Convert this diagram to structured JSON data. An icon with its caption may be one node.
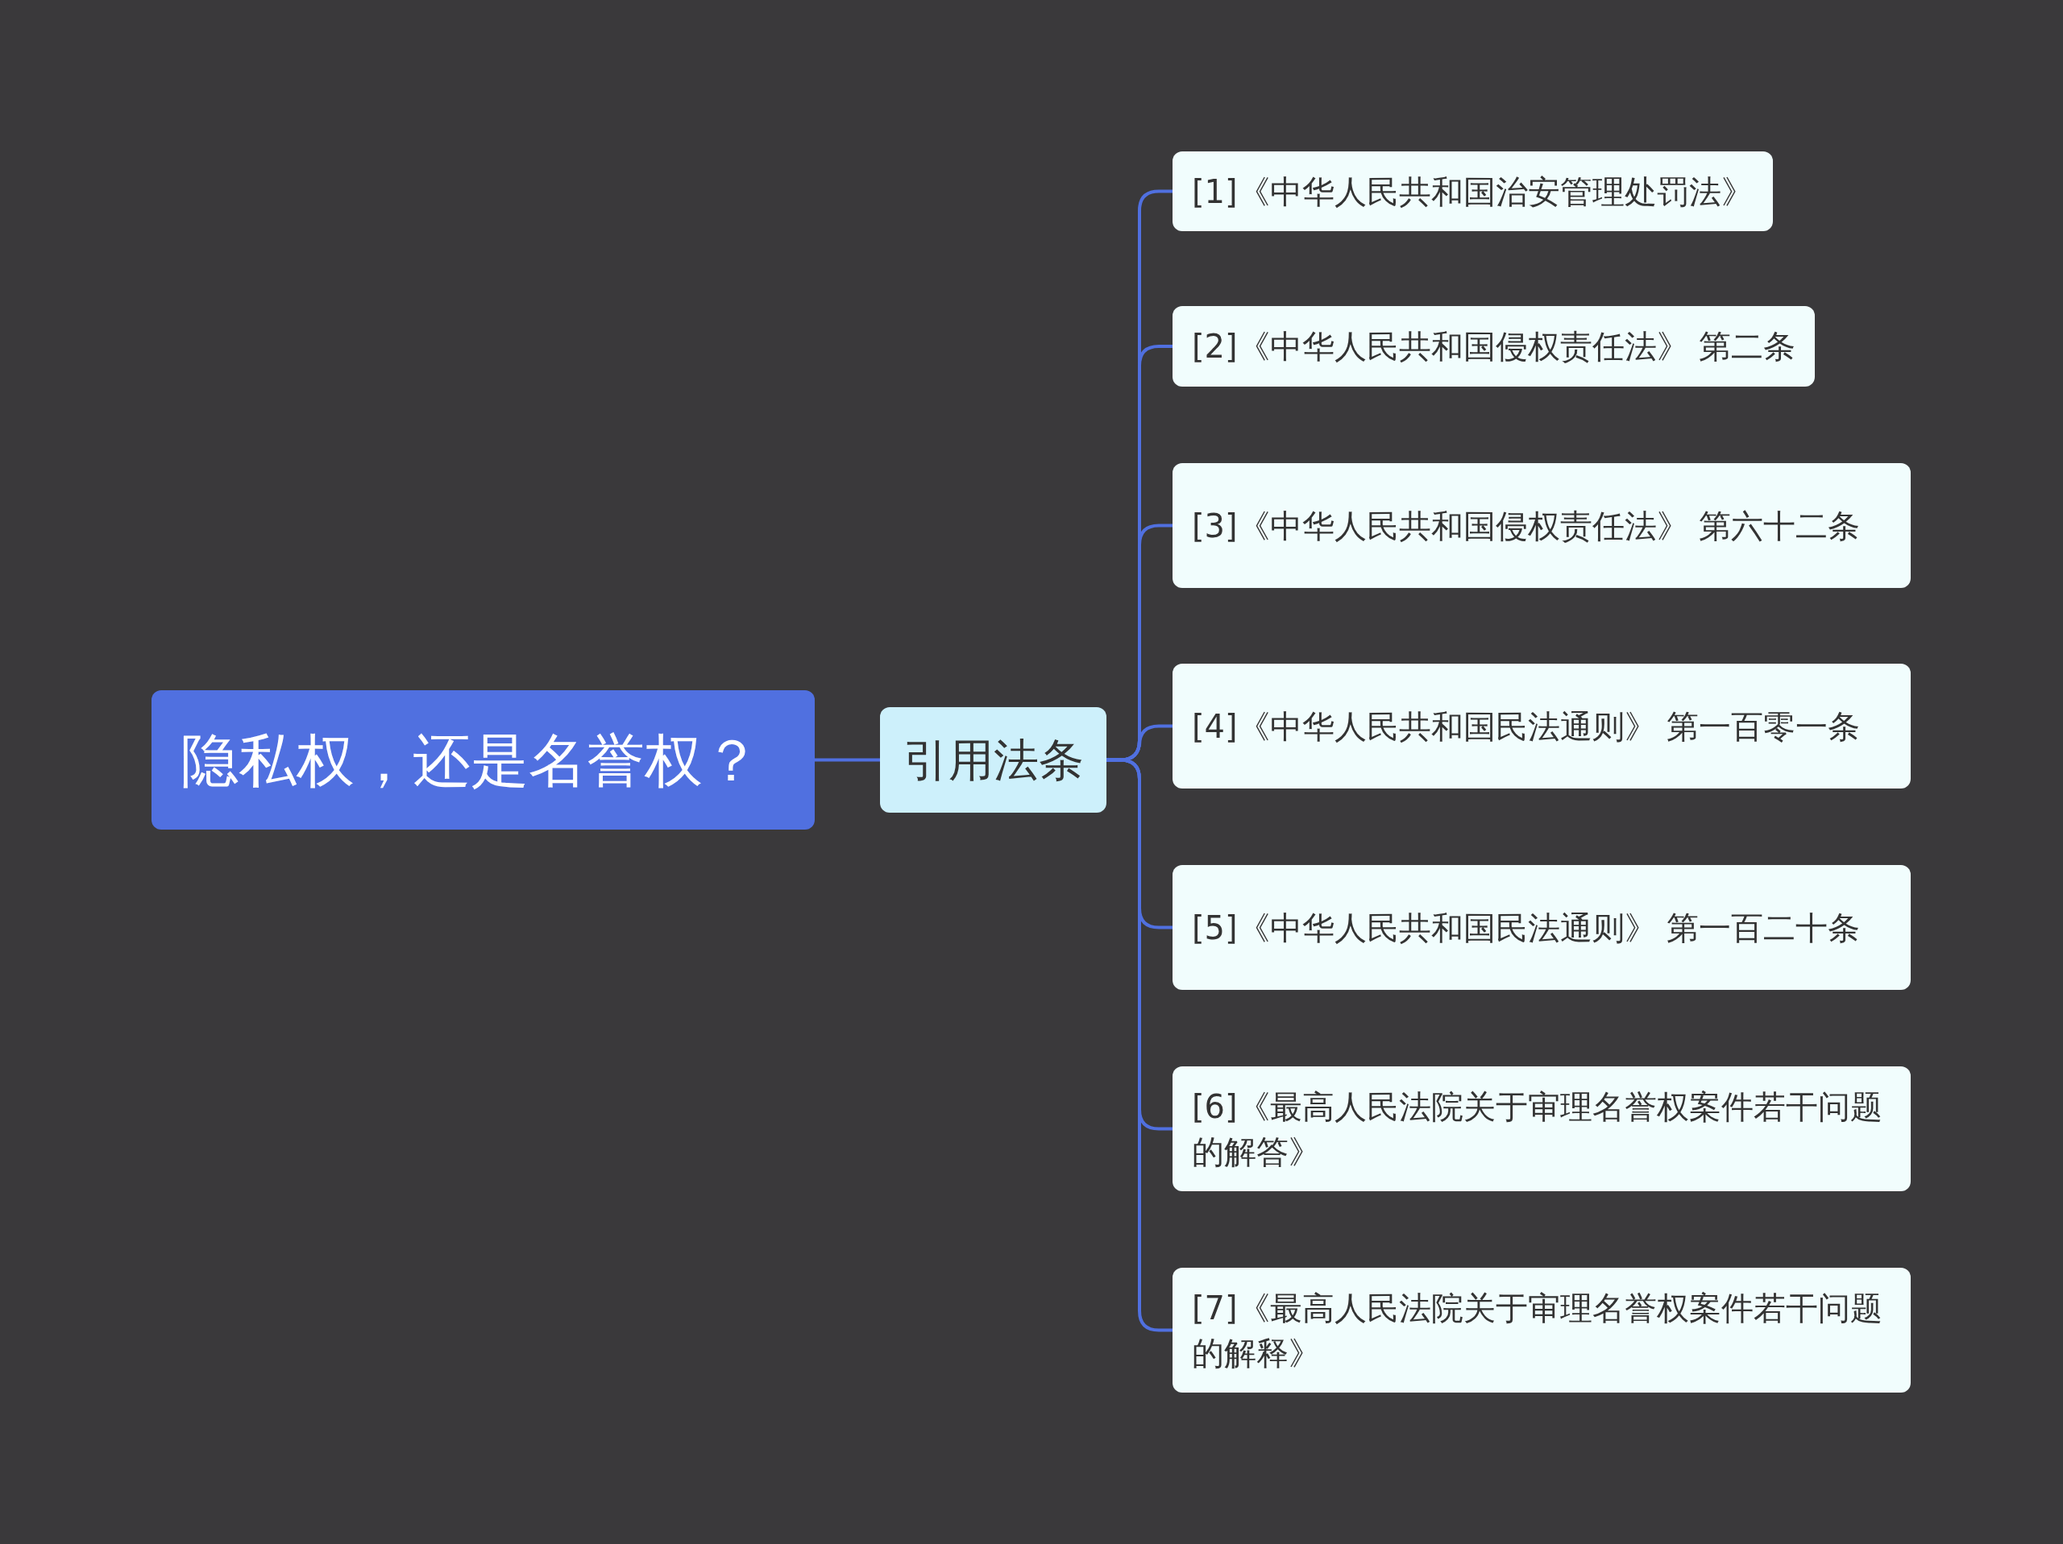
{
  "diagram": {
    "nodes": [
      {
        "text": [
          "隐私权，还是名誉权？"
        ]
      },
      {
        "text": [
          "引用法条"
        ]
      },
      {
        "text": [
          "[1]《中华人民共和国治安管理处罚法》"
        ]
      },
      {
        "text": [
          "[2]《中华人民共和国侵权责任法》 第二条"
        ]
      },
      {
        "text": [
          "[3]《中华人民共和国侵权责任法》 第六十二条"
        ]
      },
      {
        "text": [
          "[4]《中华人民共和国民法通则》 第一百零一条"
        ]
      },
      {
        "text": [
          "[5]《中华人民共和国民法通则》 第一百二十条"
        ]
      },
      {
        "text": [
          "[6]《最高人民法院关于审理名誉权案件若干问题的解答》"
        ]
      },
      {
        "text": [
          "[7]《最高人民法院关于审理名誉权案件若干问题的解释》"
        ]
      }
    ],
    "edges": [
      {
        "from": 0,
        "to": 1,
        "arrow": "none"
      },
      {
        "from": 1,
        "to": 2,
        "arrow": "none"
      },
      {
        "from": 1,
        "to": 3,
        "arrow": "none"
      },
      {
        "from": 1,
        "to": 4,
        "arrow": "none"
      },
      {
        "from": 1,
        "to": 5,
        "arrow": "none"
      },
      {
        "from": 1,
        "to": 6,
        "arrow": "none"
      },
      {
        "from": 1,
        "to": 7,
        "arrow": "none"
      },
      {
        "from": 1,
        "to": 8,
        "arrow": "none"
      }
    ]
  }
}
